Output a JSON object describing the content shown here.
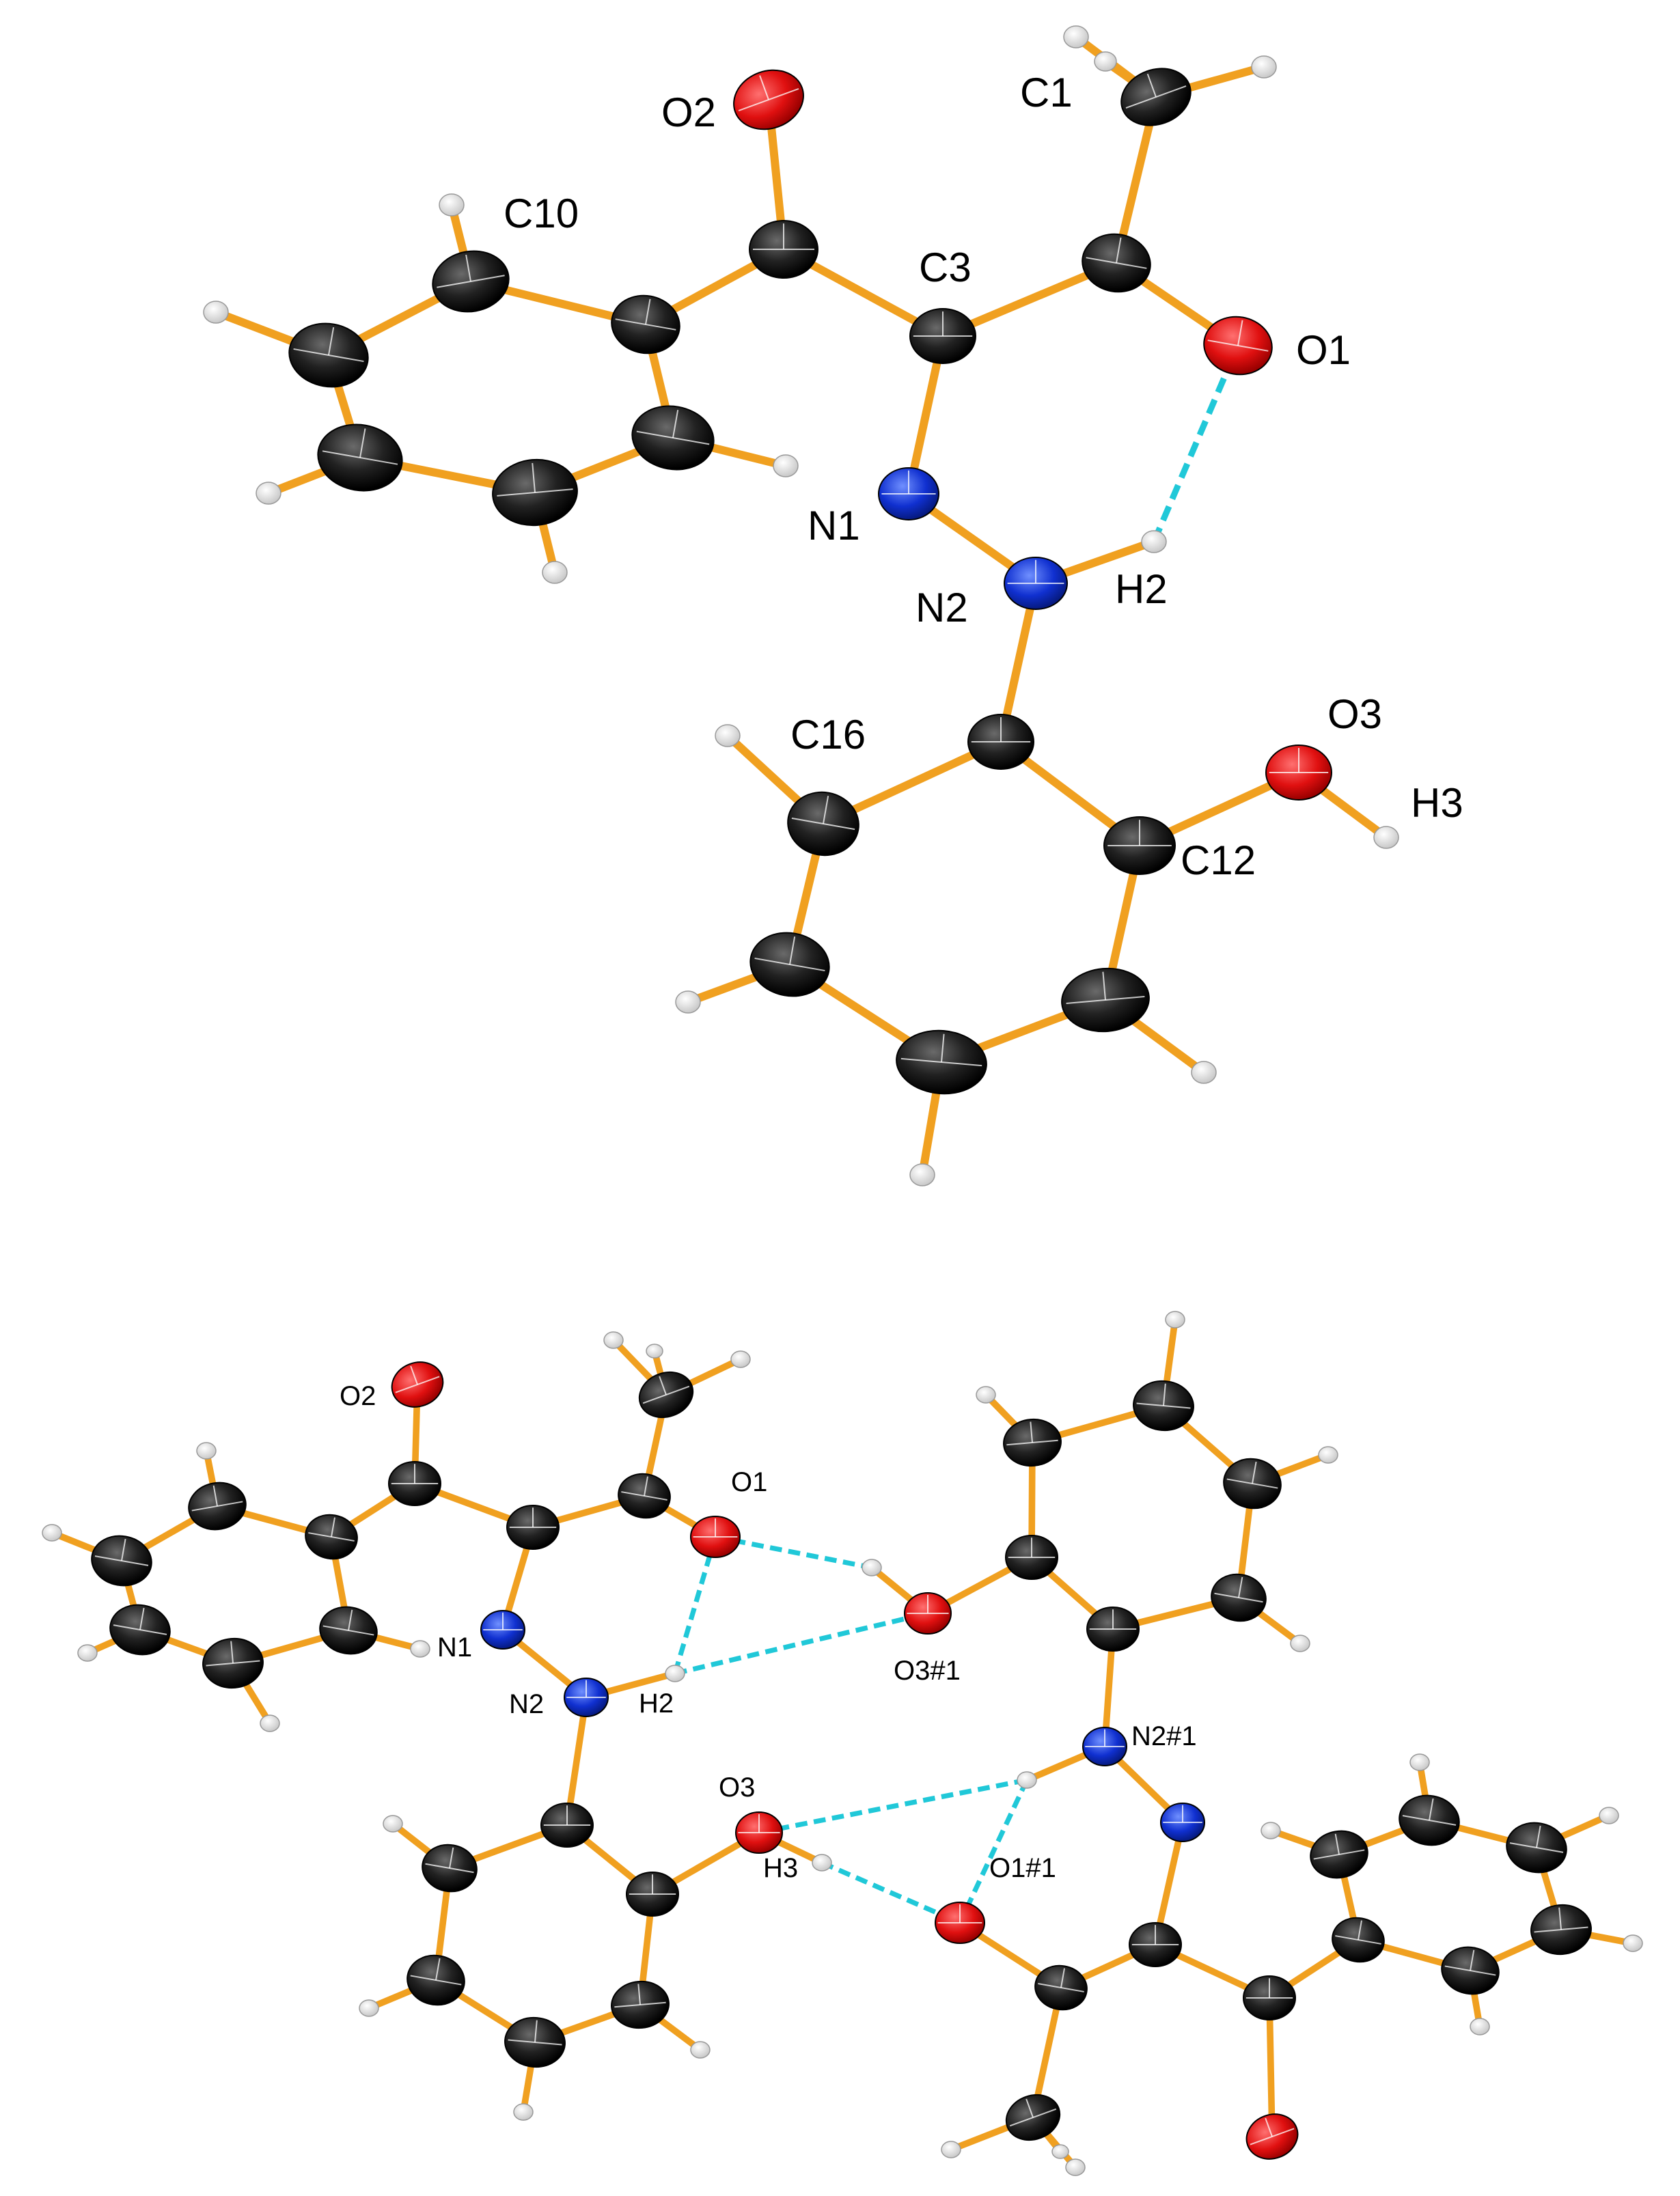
{
  "figure": {
    "top_panel": {
      "labels": {
        "O2": "O2",
        "C1": "C1",
        "C10": "C10",
        "C3": "C3",
        "O1": "O1",
        "N1": "N1",
        "N2": "N2",
        "H2": "H2",
        "O3": "O3",
        "H3": "H3",
        "C16": "C16",
        "C12": "C12"
      }
    },
    "bottom_panel": {
      "labels": {
        "O2": "O2",
        "O1": "O1",
        "N1": "N1",
        "N2": "N2",
        "H2": "H2",
        "O3_1": "O3#1",
        "N2_1": "N2#1",
        "O3": "O3",
        "H3": "H3",
        "O1_1": "O1#1"
      }
    },
    "colors": {
      "bond": "#f0a020",
      "hbond": "#20c8d8",
      "carbon": "#1a1a1a",
      "oxygen": "#e01010",
      "nitrogen": "#1030d0",
      "hydrogen": "#f4f4f4"
    }
  }
}
